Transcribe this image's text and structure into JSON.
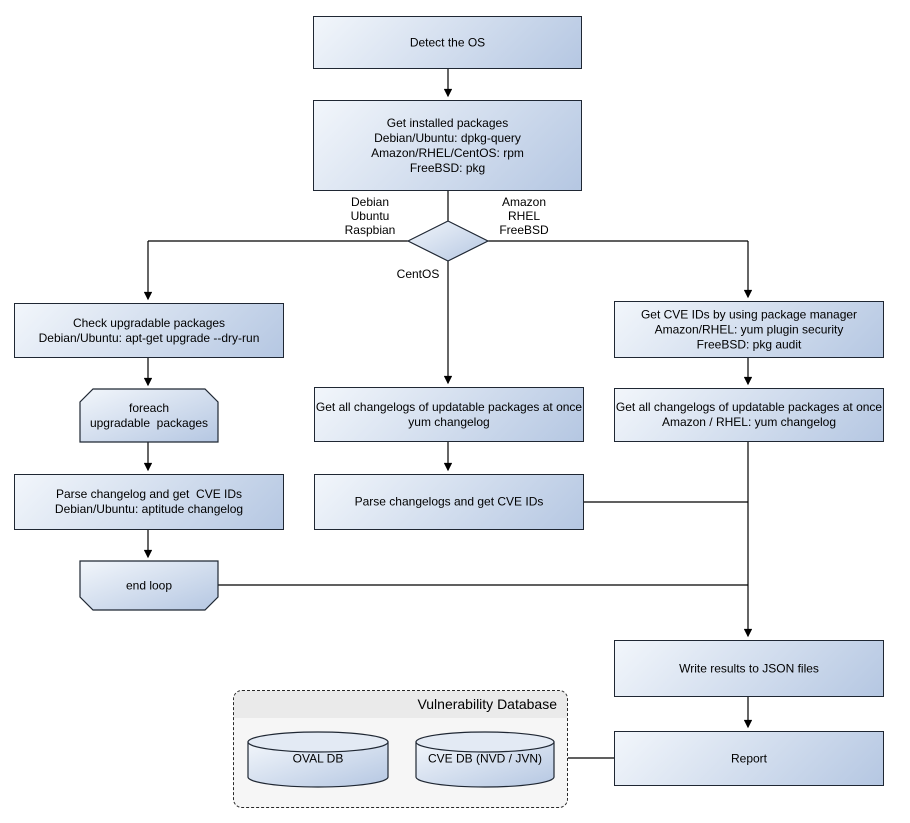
{
  "diagram": {
    "nodes": {
      "detect_os": "Detect the OS",
      "get_installed_packages": "Get installed packages\nDebian/Ubuntu: dpkg-query\nAmazon/RHEL/CentOS: rpm\nFreeBSD: pkg",
      "check_upgradable": "Check upgradable packages\nDebian/Ubuntu: apt-get upgrade --dry-run",
      "foreach_loop": "foreach\nupgradable  packages",
      "parse_changelog_debian": "Parse changelog and get  CVE IDs\nDebian/Ubuntu: aptitude changelog",
      "end_loop": "end loop",
      "get_changelogs_centos": "Get all changelogs of updatable packages at once\nyum changelog",
      "parse_changelogs_centos": "Parse changelogs and get CVE IDs",
      "get_cve_ids_package_manager": "Get CVE IDs by using package manager\nAmazon/RHEL: yum plugin security\nFreeBSD: pkg audit",
      "get_changelogs_rhel": "Get all changelogs of updatable packages at once\nAmazon / RHEL: yum changelog",
      "write_results": "Write results to JSON files",
      "report": "Report"
    },
    "branch_labels": {
      "left": "Debian\nUbuntu\nRaspbian",
      "right": "Amazon\nRHEL\nFreeBSD",
      "bottom": "CentOS"
    },
    "database_group": {
      "title": "Vulnerability Database",
      "cylinders": [
        {
          "label": "OVAL DB"
        },
        {
          "label": "CVE DB (NVD / JVN)"
        }
      ]
    },
    "colors": {
      "node_gradient_start": "#f2f6fb",
      "node_gradient_end": "#b5c7e2",
      "node_border": "#1f2733",
      "connector": "#000000",
      "group_header_bg": "#eaeaea",
      "group_body_bg": "#f6f6f6",
      "cylinder_top": "#e3eaf4"
    }
  }
}
